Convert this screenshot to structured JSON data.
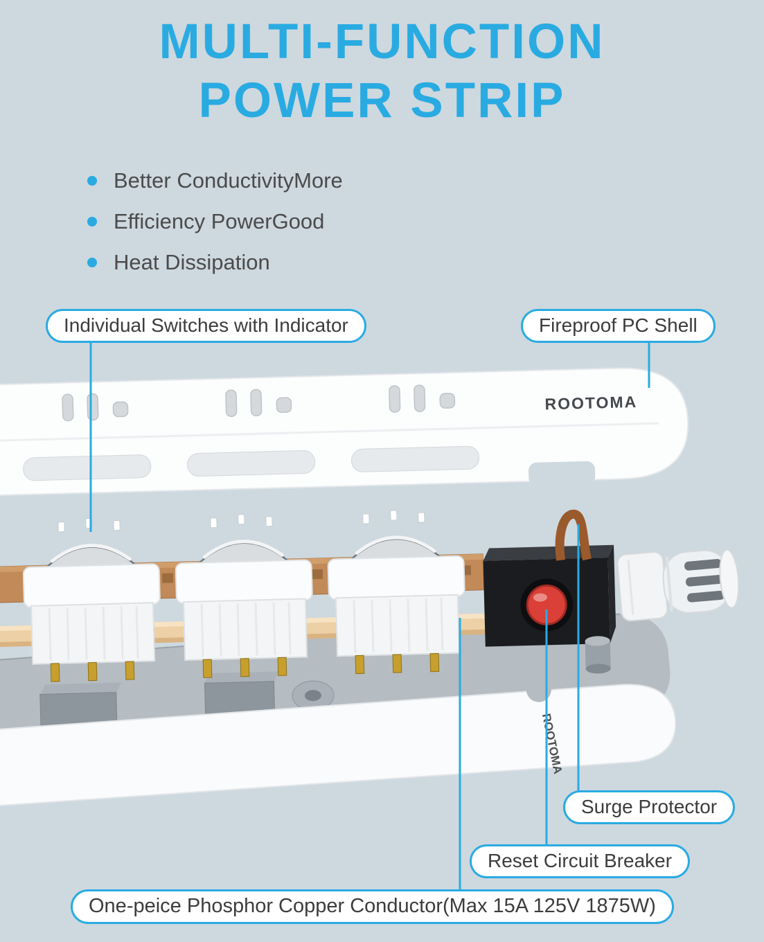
{
  "theme": {
    "accent_color": "#29abe2",
    "background_color": "#ced8df"
  },
  "header": {
    "title_line1": "MULTI-FUNCTION",
    "title_line2": "POWER STRIP"
  },
  "features": [
    {
      "label": "Better ConductivityMore"
    },
    {
      "label": "Efficiency PowerGood"
    },
    {
      "label": "Heat Dissipation"
    }
  ],
  "callouts": [
    {
      "id": "individual-switches",
      "label": "Individual Switches with Indicator"
    },
    {
      "id": "fireproof-shell",
      "label": "Fireproof PC Shell"
    },
    {
      "id": "surge-protector",
      "label": "Surge Protector"
    },
    {
      "id": "reset-breaker",
      "label": "Reset Circuit Breaker"
    },
    {
      "id": "copper-conductor",
      "label": "One-peice Phosphor Copper Conductor(Max 15A 125V 1875W)"
    }
  ],
  "product": {
    "brand": "ROOTOMA"
  }
}
